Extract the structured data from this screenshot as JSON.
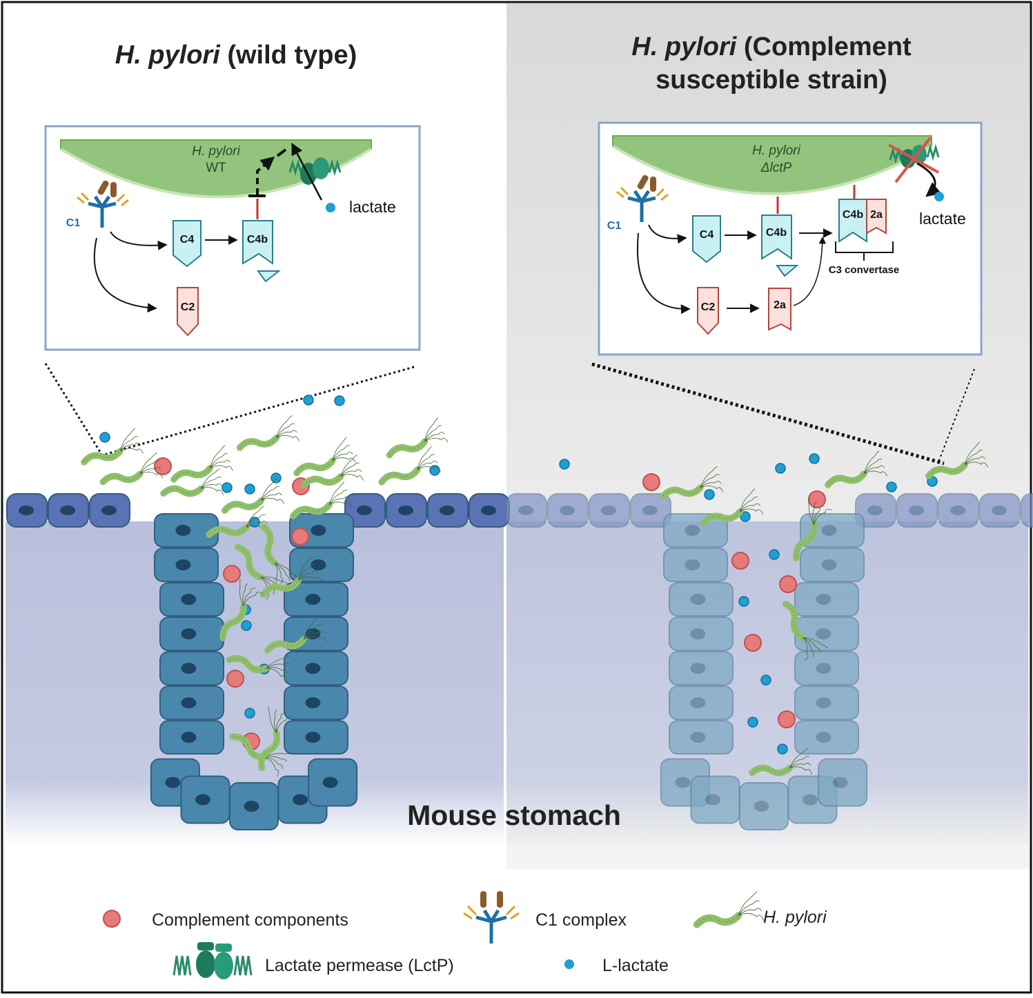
{
  "left_panel": {
    "title_italic": "H. pylori",
    "title_rest": "(wild type)",
    "inset": {
      "membrane_label_1": "H. pylori",
      "membrane_label_2": "WT",
      "c1_label": "C1",
      "c4_label": "C4",
      "c4b_label": "C4b",
      "c2_label": "C2",
      "lactate_label": "lactate"
    }
  },
  "right_panel": {
    "title_italic": "H. pylori",
    "title_rest_line1": "(Complement",
    "title_line2": "susceptible strain)",
    "inset": {
      "membrane_label_1": "H. pylori",
      "membrane_label_2": "ΔlctP",
      "c1_label": "C1",
      "c4_label": "C4",
      "c4b_label": "C4b",
      "c4b_complex_label": "C4b",
      "c2a_complex_label": "2a",
      "c2_label": "C2",
      "c2a_label": "2a",
      "convertase_label": "C3 convertase",
      "lactate_label": "lactate"
    }
  },
  "center_label": "Mouse stomach",
  "legend": {
    "complement": "Complement components",
    "c1": "C1 complex",
    "hpylori": "H. pylori",
    "lctp": "Lactate permease (LctP)",
    "llactate": "L-lactate"
  },
  "colors": {
    "membrane_green": "#93c47d",
    "bacteria_green": "#8fbf6a",
    "cell_blue": "#4a87ad",
    "cell_blue_faded": "#7fa9c4",
    "surface_cell": "#5b72b4",
    "complement_red": "#e77b7b",
    "lactate_blue": "#1f9fd6",
    "inset_border": "#8aa2cf",
    "c4_fill": "#c8f1f4",
    "c2_fill": "#fbe0dc"
  }
}
